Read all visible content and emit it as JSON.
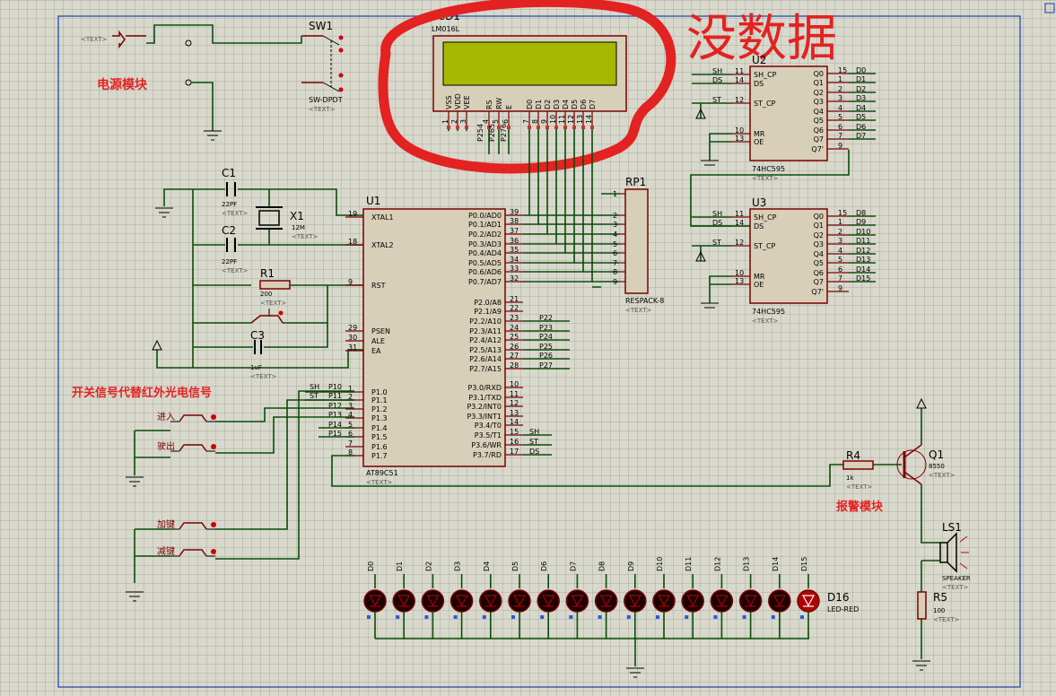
{
  "annotation_top": "没数据",
  "labels": {
    "power": "电源模块",
    "switch_note": "开关信号代替红外光电信号",
    "alarm": "报警模块",
    "btn_in": "进入",
    "btn_out": "驶出",
    "btn_plus": "加键",
    "btn_minus": "减键"
  },
  "placeholder": "<TEXT>",
  "sw1": {
    "ref": "SW1",
    "type": "SW-DPDT"
  },
  "lcd": {
    "ref": "LCD1",
    "type": "LM016L",
    "pins": [
      "VSS",
      "VDD",
      "VEE",
      "RS",
      "RW",
      "E",
      "D0",
      "D1",
      "D2",
      "D3",
      "D4",
      "D5",
      "D6",
      "D7"
    ],
    "pin_nums": [
      "1",
      "2",
      "3",
      "4",
      "5",
      "6",
      "7",
      "8",
      "9",
      "10",
      "11",
      "12",
      "13",
      "14"
    ],
    "nets": [
      "P254",
      "P265",
      "P276"
    ]
  },
  "c1": {
    "ref": "C1",
    "value": "22PF"
  },
  "c2": {
    "ref": "C2",
    "value": "22PF"
  },
  "x1": {
    "ref": "X1",
    "value": "12M"
  },
  "r1": {
    "ref": "R1",
    "value": "200"
  },
  "c3": {
    "ref": "C3",
    "value": "1uF"
  },
  "u1": {
    "ref": "U1",
    "type": "AT89C51",
    "left_pins": [
      [
        "XTAL1",
        "19"
      ],
      [
        "XTAL2",
        "18"
      ],
      [
        "RST",
        "9"
      ],
      [
        "PSEN",
        "29"
      ],
      [
        "ALE",
        "30"
      ],
      [
        "EA",
        "31"
      ],
      [
        "P1.0",
        "1"
      ],
      [
        "P1.1",
        "2"
      ],
      [
        "P1.2",
        "3"
      ],
      [
        "P1.3",
        "4"
      ],
      [
        "P1.4",
        "5"
      ],
      [
        "P1.5",
        "6"
      ],
      [
        "P1.6",
        "7"
      ],
      [
        "P1.7",
        "8"
      ]
    ],
    "right_pins": [
      [
        "P0.0/AD0",
        "39"
      ],
      [
        "P0.1/AD1",
        "38"
      ],
      [
        "P0.2/AD2",
        "37"
      ],
      [
        "P0.3/AD3",
        "36"
      ],
      [
        "P0.4/AD4",
        "35"
      ],
      [
        "P0.5/AD5",
        "34"
      ],
      [
        "P0.6/AD6",
        "33"
      ],
      [
        "P0.7/AD7",
        "32"
      ],
      [
        "P2.0/A8",
        "21"
      ],
      [
        "P2.1/A9",
        "22"
      ],
      [
        "P2.2/A10",
        "23"
      ],
      [
        "P2.3/A11",
        "24"
      ],
      [
        "P2.4/A12",
        "25"
      ],
      [
        "P2.5/A13",
        "26"
      ],
      [
        "P2.6/A14",
        "27"
      ],
      [
        "P2.7/A15",
        "28"
      ],
      [
        "P3.0/RXD",
        "10"
      ],
      [
        "P3.1/TXD",
        "11"
      ],
      [
        "P3.2/INT0",
        "12"
      ],
      [
        "P3.3/INT1",
        "13"
      ],
      [
        "P3.4/T0",
        "14"
      ],
      [
        "P3.5/T1",
        "15"
      ],
      [
        "P3.6/WR",
        "16"
      ],
      [
        "P3.7/RD",
        "17"
      ]
    ],
    "p1_nets": [
      "SH",
      "ST",
      "P10",
      "P11",
      "P12",
      "P13",
      "P14",
      "P15"
    ],
    "p2_nets": [
      "P22",
      "P23",
      "P24",
      "P25",
      "P26",
      "P27"
    ],
    "p3_nets": [
      "SH",
      "ST",
      "DS"
    ]
  },
  "rp1": {
    "ref": "RP1",
    "type": "RESPACK-8",
    "pins": [
      "1",
      "2",
      "3",
      "4",
      "5",
      "6",
      "7",
      "8",
      "9"
    ]
  },
  "u2": {
    "ref": "U2",
    "type": "74HC595",
    "outs": [
      "D0",
      "D1",
      "D2",
      "D3",
      "D4",
      "D5",
      "D6",
      "D7"
    ]
  },
  "u3": {
    "ref": "U3",
    "type": "74HC595",
    "outs": [
      "D8",
      "D9",
      "D10",
      "D11",
      "D12",
      "D13",
      "D14",
      "D15"
    ]
  },
  "hc595_left": [
    [
      "SH_CP",
      "11",
      "SH"
    ],
    [
      "DS",
      "14",
      "DS"
    ],
    [
      "ST_CP",
      "12",
      "ST"
    ],
    [
      "MR",
      "10",
      ""
    ],
    [
      "OE",
      "13",
      ""
    ]
  ],
  "hc595_right": [
    [
      "Q0",
      "15"
    ],
    [
      "Q1",
      "1"
    ],
    [
      "Q2",
      "2"
    ],
    [
      "Q3",
      "3"
    ],
    [
      "Q4",
      "4"
    ],
    [
      "Q5",
      "5"
    ],
    [
      "Q6",
      "6"
    ],
    [
      "Q7",
      "7"
    ],
    [
      "Q7'",
      "9"
    ]
  ],
  "r4": {
    "ref": "R4",
    "value": "1k"
  },
  "q1": {
    "ref": "Q1",
    "type": "8550"
  },
  "ls1": {
    "ref": "LS1",
    "type": "SPEAKER"
  },
  "r5": {
    "ref": "R5",
    "value": "100"
  },
  "leds": {
    "ref": "D16",
    "type": "LED-RED",
    "names": [
      "D0",
      "D1",
      "D2",
      "D3",
      "D4",
      "D5",
      "D6",
      "D7",
      "D8",
      "D9",
      "D10",
      "D11",
      "D12",
      "D13",
      "D14",
      "D15"
    ]
  },
  "colors": {
    "wire": "#0a4d0a",
    "part": "#7a0000",
    "body": "#d7cfb8",
    "lcd_screen": "#a6b800",
    "annotation": "#e32222"
  }
}
